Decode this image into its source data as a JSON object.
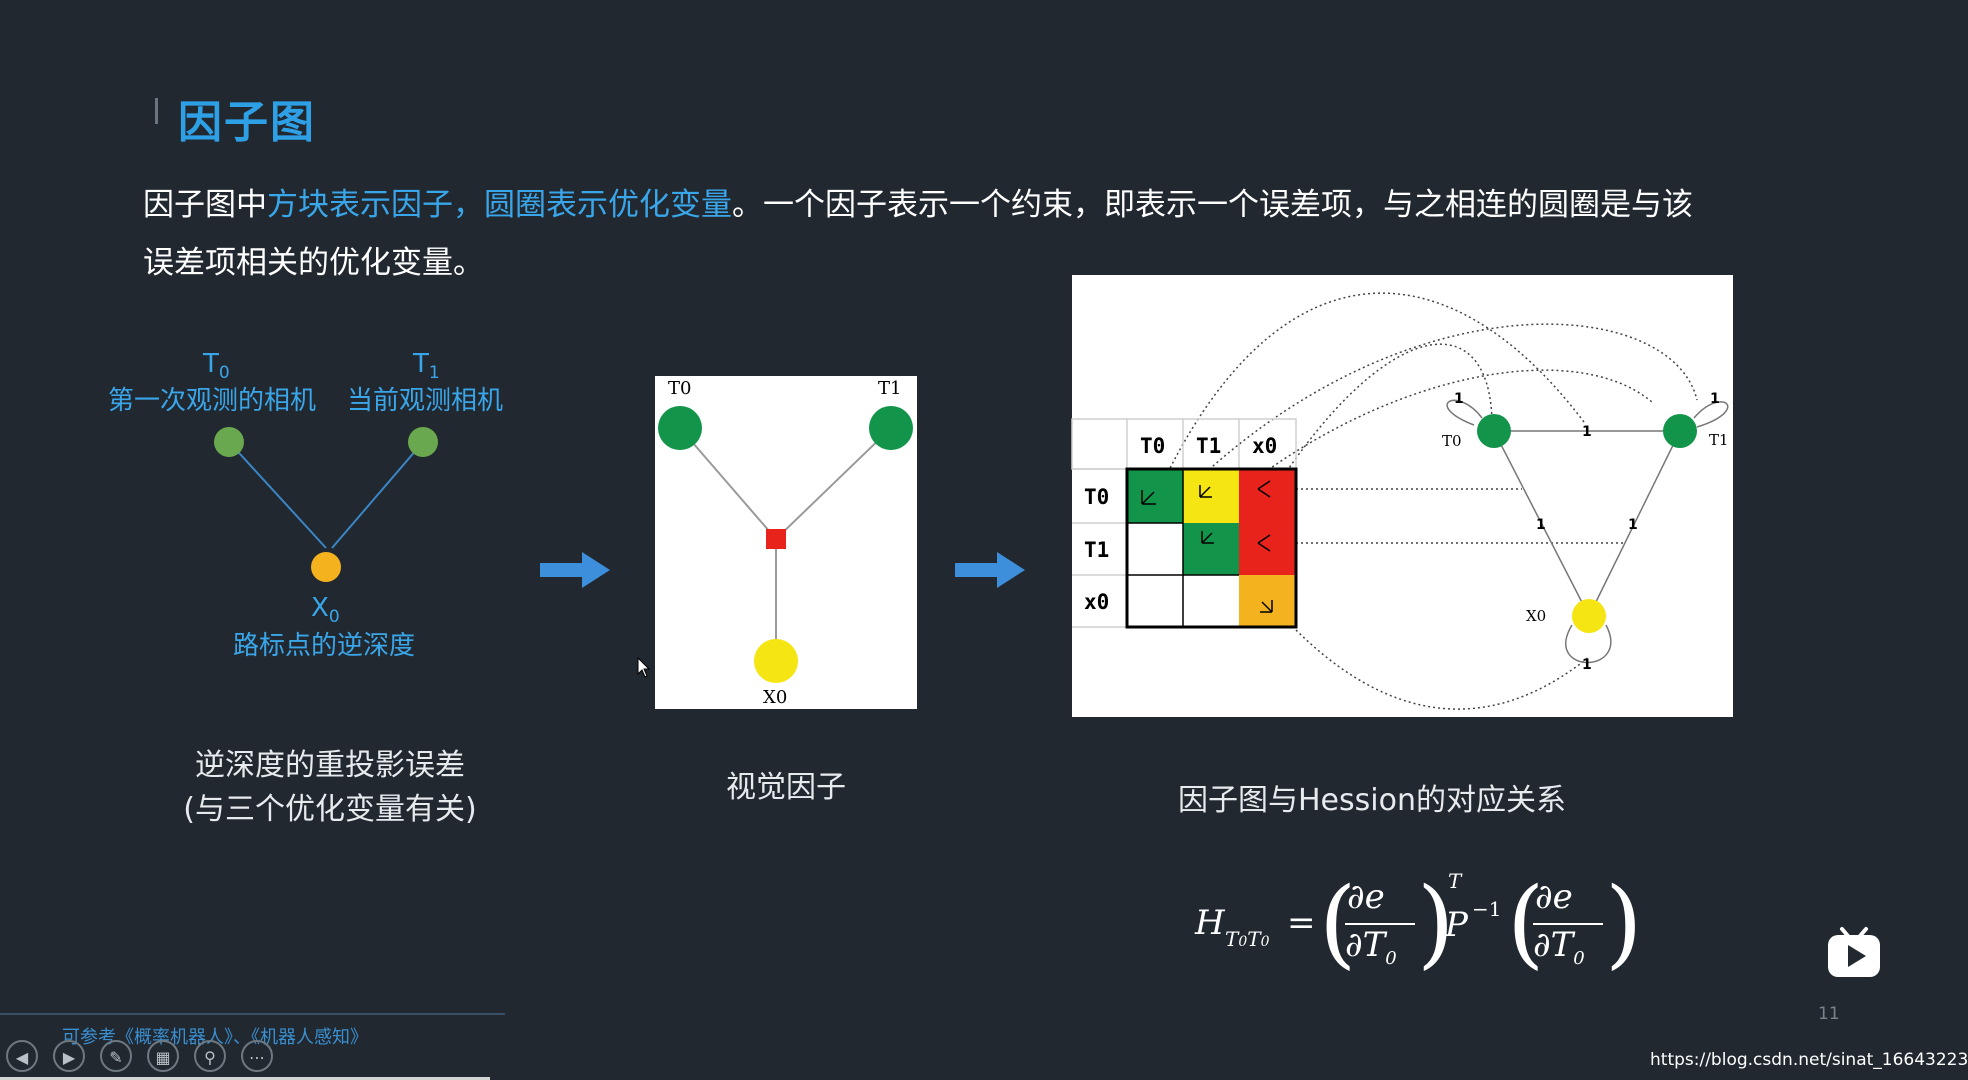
{
  "slide": {
    "title": "因子图",
    "desc_part1": "因子图中",
    "desc_highlight": "方块表示因子，圆圈表示优化变量",
    "desc_part2": "。一个因子表示一个约束，即表示一个误差项，与之相连的圆圈是与该误差项相关的优化变量。",
    "left_diagram": {
      "t0": "T",
      "t0_sub": "0",
      "t0_desc": "第一次观测的相机",
      "t1": "T",
      "t1_sub": "1",
      "t1_desc": "当前观测相机",
      "x0": "X",
      "x0_sub": "0",
      "x0_desc": "路标点的逆深度",
      "caption_line1": "逆深度的重投影误差",
      "caption_line2": "(与三个优化变量有关)"
    },
    "visual_factor": {
      "t0": "T0",
      "t1": "T1",
      "x0": "X0",
      "caption": "视觉因子"
    },
    "hessian": {
      "cols": [
        "T0",
        "T1",
        "x0"
      ],
      "rows": [
        "T0",
        "T1",
        "x0"
      ],
      "graph_t0": "T0",
      "graph_t1": "T1",
      "graph_x0": "X0",
      "edge_label": "1",
      "caption": "因子图与Hession的对应关系"
    },
    "formula": {
      "lhs": "H",
      "lhs_sub": "T",
      "lhs_sub2": "0",
      "num": "∂e",
      "den": "∂T",
      "den_sub": "0",
      "exp_t": "T",
      "p": "P",
      "p_exp": "−1"
    },
    "reference": "可参考《概率机器人》、《机器人感知》",
    "page_number": "11",
    "url": "https://blog.csdn.net/sinat_16643223"
  },
  "colors": {
    "background": "#212830",
    "accent_blue": "#3aa6ea",
    "node_green_dark": "#12954a",
    "node_green_light": "#6aa84f",
    "node_yellow": "#f5e512",
    "node_orange": "#f5b21f",
    "factor_red": "#e8231c",
    "arrow_blue": "#3d8fdb"
  }
}
